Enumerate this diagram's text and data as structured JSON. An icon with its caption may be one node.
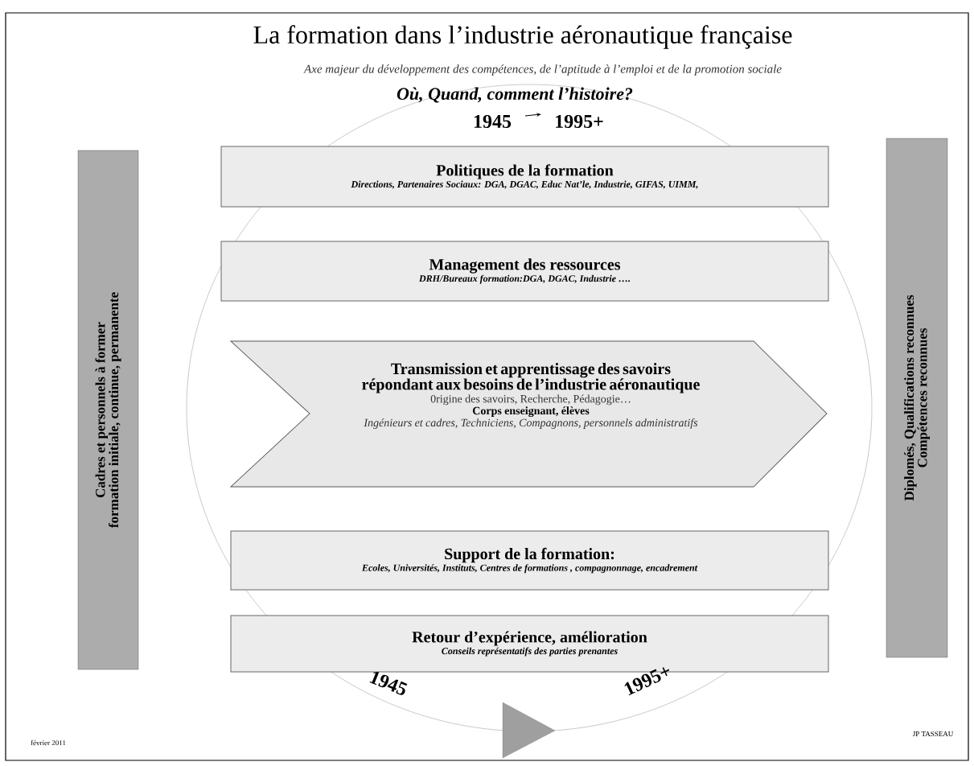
{
  "diagram": {
    "title": "La formation dans l’industrie aéronautique française",
    "nodes": [
      {
        "text": [
          "Politiques de la formation",
          "Directions, Partenaires Sociaux: DGA, DGAC, Educ Nat’le, Industrie, GIFAS, UIMM,"
        ]
      },
      {
        "text": [
          "Management des ressources",
          "DRH/Bureaux formation:DGA,  DGAC, Industrie …."
        ]
      },
      {
        "text": [
          "Transmission et apprentissage des savoirs répondant aux besoins de l’industrie aéronautique",
          "0rigine des savoirs, Recherche, Pédagogie…",
          "Corps enseignant, élèves",
          "Ingénieurs et cadres, Techniciens, Compagnons, personnels administratifs"
        ]
      },
      {
        "text": [
          "Support de la formation:",
          "Ecoles, Universités, Instituts, Centres de formations , compagnonnage, encadrement"
        ]
      },
      {
        "text": [
          "Retour d’expérience, amélioration",
          "Conseils représentatifs des parties prenantes"
        ]
      },
      {
        "text": [
          "Cadres et personnels à former",
          "formation initiale, continue, permanente"
        ]
      },
      {
        "text": [
          "Diplomés, Qualifications reconnues",
          "Compétences reconnues"
        ]
      }
    ],
    "labels": [
      "Axe majeur du développement des compétences, de l’aptitude à l’emploi et de la promotion sociale",
      "Où, Quand, comment l’histoire?",
      "1945",
      "1995+",
      "1945",
      "1995+",
      "février 2011",
      "JP TASSEAU"
    ]
  }
}
